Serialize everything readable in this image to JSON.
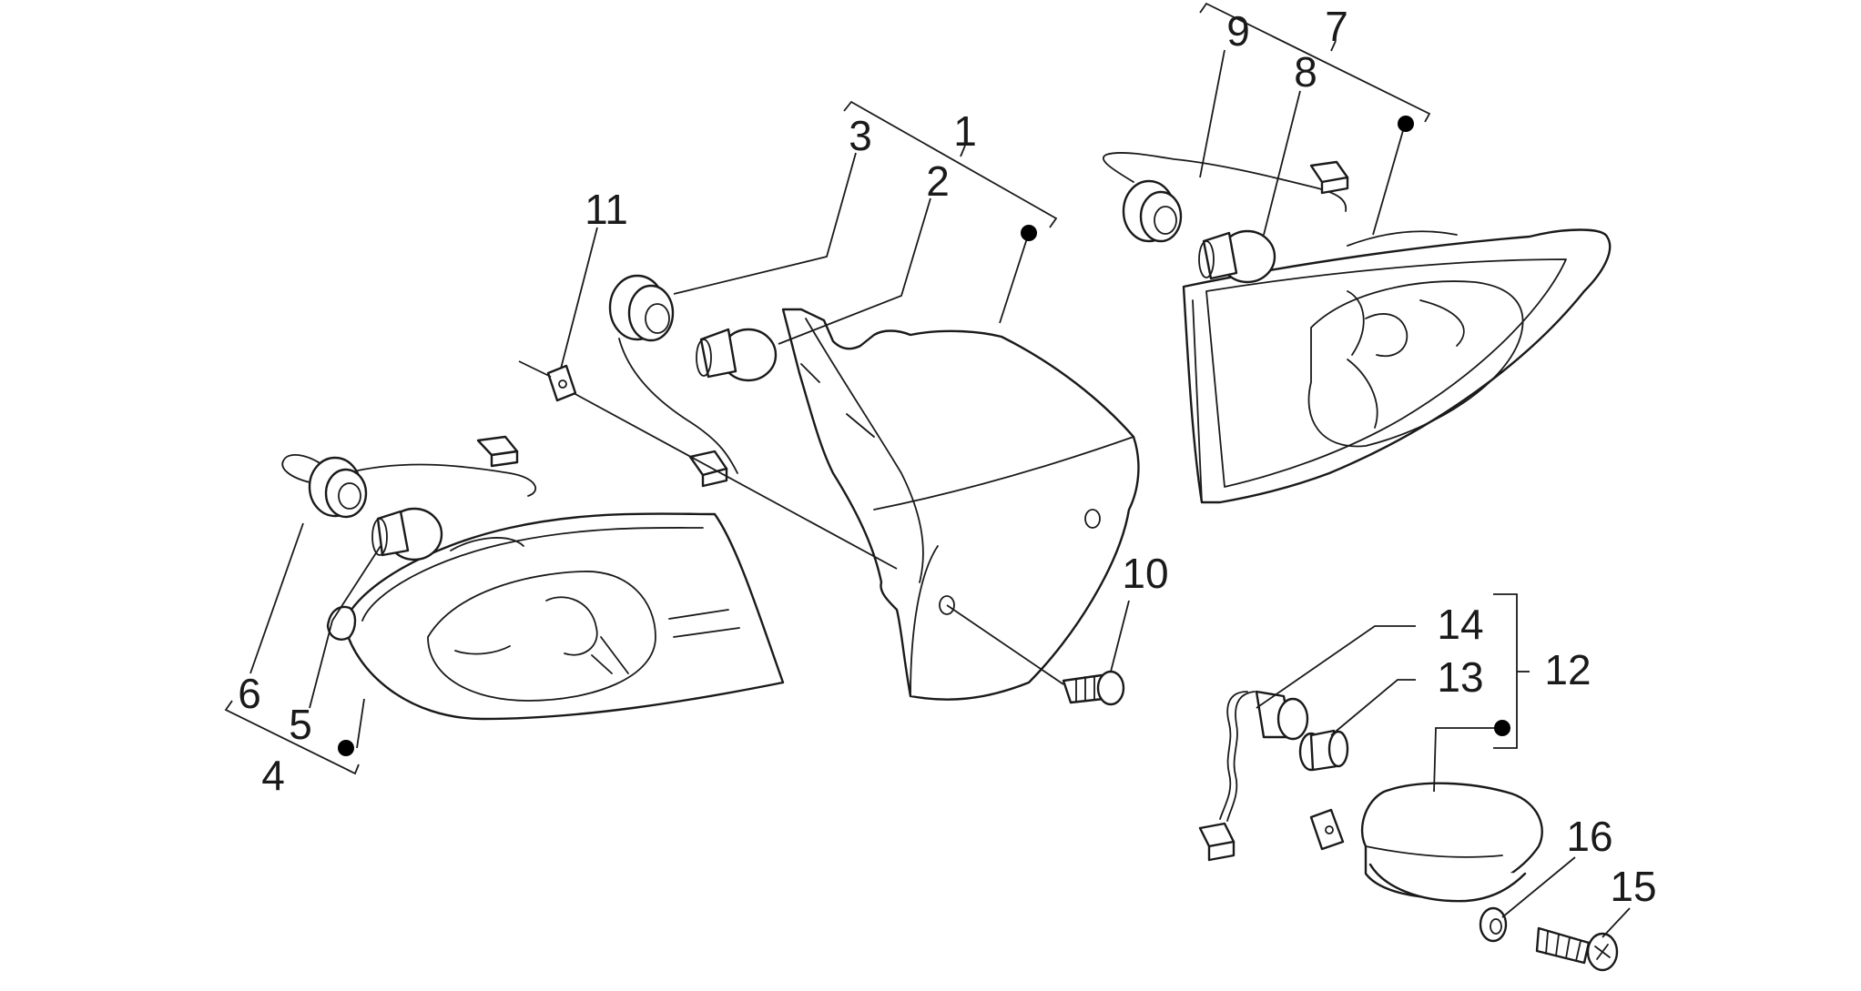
{
  "callouts": [
    {
      "id": "c1",
      "label": "1"
    },
    {
      "id": "c2",
      "label": "2"
    },
    {
      "id": "c3",
      "label": "3"
    },
    {
      "id": "c4",
      "label": "4"
    },
    {
      "id": "c5",
      "label": "5"
    },
    {
      "id": "c6",
      "label": "6"
    },
    {
      "id": "c7",
      "label": "7"
    },
    {
      "id": "c8",
      "label": "8"
    },
    {
      "id": "c9",
      "label": "9"
    },
    {
      "id": "c10",
      "label": "10"
    },
    {
      "id": "c11",
      "label": "11"
    },
    {
      "id": "c12",
      "label": "12"
    },
    {
      "id": "c13",
      "label": "13"
    },
    {
      "id": "c14",
      "label": "14"
    },
    {
      "id": "c15",
      "label": "15"
    },
    {
      "id": "c16",
      "label": "16"
    }
  ],
  "colors": {
    "line": "#1a1a1a",
    "background": "#ffffff",
    "dot": "#000000"
  }
}
